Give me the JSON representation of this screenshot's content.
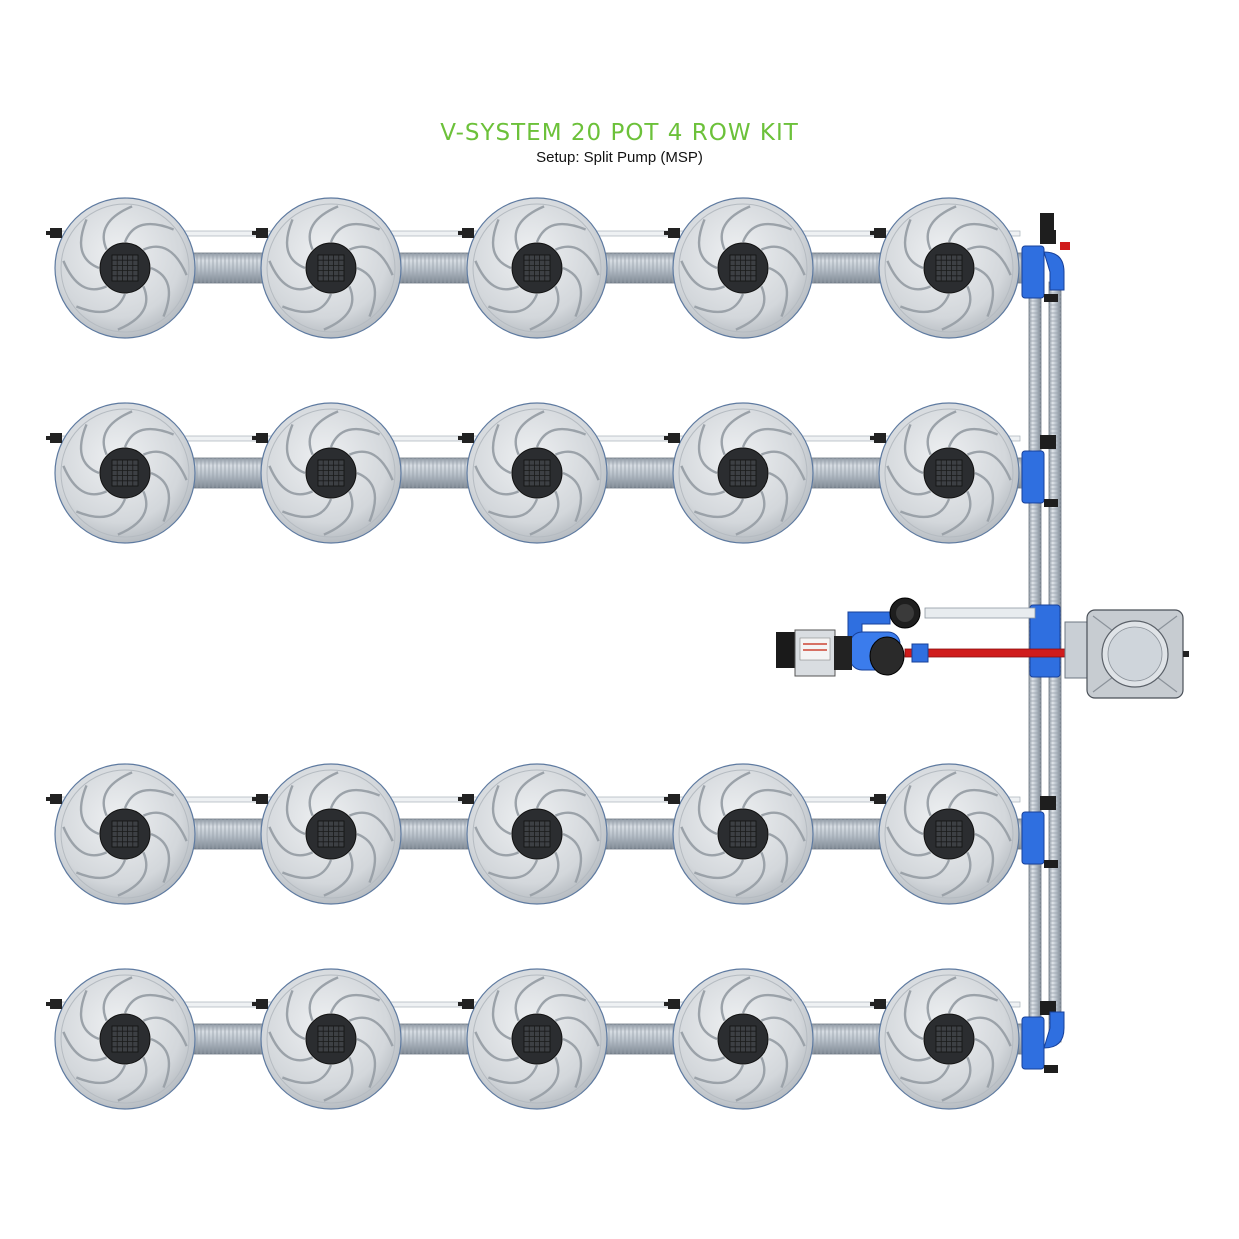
{
  "header": {
    "title": "V-SYSTEM 20 POT 4 ROW KIT",
    "subtitle": "Setup: Split Pump (MSP)"
  },
  "layout_counts": {
    "rows": 4,
    "pots_per_row": 5
  },
  "colors": {
    "title_green": "#6cc13a",
    "pot_grey": "#d6dade",
    "pipe_grey": "#b9c1c9",
    "fitting_blue": "#2f6fe0",
    "feed_red": "#d01c1c",
    "pump_black": "#1e1e1e"
  },
  "icons": [
    "pot-icon",
    "pump-icon",
    "reservoir-icon",
    "valve-icon",
    "filter-icon"
  ]
}
